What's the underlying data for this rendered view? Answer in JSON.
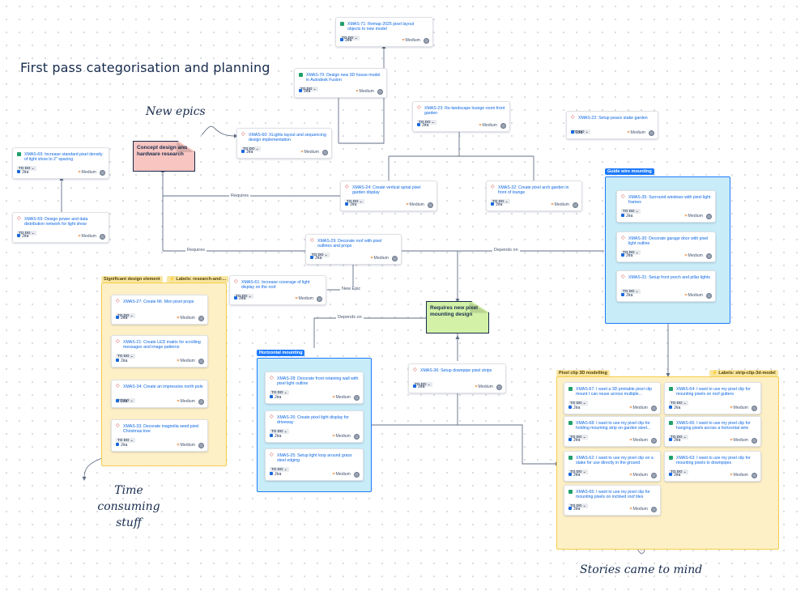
{
  "board": {
    "title": "First pass categorisation and planning",
    "annotations": {
      "new_epics": "New epics",
      "time_consuming_1": "Time consuming",
      "time_consuming_2": "stuff",
      "stories": "Stories came to mind"
    }
  },
  "sections": {
    "significant": {
      "label": "Significant design element",
      "tag": "⚡ Labels: research-and-..."
    },
    "guide_wire": {
      "label": "Guide wire mounting"
    },
    "horizontal": {
      "label": "Horizontal mounting"
    },
    "pixel_clip": {
      "label": "Pixel clip 3D modelling",
      "tag": "⚡ Labels: strip-clip-3d-model"
    }
  },
  "notes": {
    "concept": "Concept design and hardware research",
    "requires_new": "Requires new pixel mounting design"
  },
  "edge_labels": {
    "requires_1": "Requires",
    "requires_2": "Requires",
    "depends_on_1": "Depends on",
    "depends_on_2": "Depends on",
    "new_epic": "New Epic"
  },
  "card_defaults": {
    "status": "TO DO ⌄",
    "source": "Jira",
    "priority": "Medium"
  },
  "cards": {
    "x71": {
      "title": "XMAS-71: Remap 2025 pixel layout objects to new model",
      "type": "story"
    },
    "x70": {
      "title": "XMAS-70: Design new 3D house model in Autodesk Fusion",
      "type": "story"
    },
    "x60": {
      "title": "XMAS-60: XLights layout and sequencing design implementation",
      "type": "epic"
    },
    "x23": {
      "title": "XMAS-23: Re-landscape lounge room front garden",
      "type": "epic"
    },
    "x22": {
      "title": "XMAS-22: Setup peace stake garden",
      "type": "epic"
    },
    "x69": {
      "title": "XMAS-69: Increase standard pixel density of light show to 2\" spacing",
      "type": "story"
    },
    "x59": {
      "title": "XMAS-59: Design power and data distribution network for light show",
      "type": "epic"
    },
    "x24": {
      "title": "XMAS-24: Create vertical spiral pixel garden display",
      "type": "epic"
    },
    "x32": {
      "title": "XMAS-32: Create pixel arch garden in front of lounge",
      "type": "epic"
    },
    "x29": {
      "title": "XMAS-29: Decorate roof with pixel outlines and props",
      "type": "epic"
    },
    "x61": {
      "title": "XMAS-61: Increase coverage of light display on the roof",
      "type": "epic"
    },
    "x27": {
      "title": "XMAS-27: Create Mr. Men pixel props",
      "type": "epic"
    },
    "x21": {
      "title": "XMAS-21: Create LED matrix for scrolling messages and image patterns",
      "type": "epic"
    },
    "x34": {
      "title": "XMAS-34: Create an impressive north pole",
      "type": "epic"
    },
    "x33": {
      "title": "XMAS-33: Decorate magnolia seed pixel Christmas tree",
      "type": "epic"
    },
    "x35": {
      "title": "XMAS-35: Surround windows with pixel light frames",
      "type": "epic"
    },
    "x30": {
      "title": "XMAS-30: Decorate garage door with pixel light outline",
      "type": "epic"
    },
    "x31": {
      "title": "XMAS-31: Setup front porch and pillar lights",
      "type": "epic"
    },
    "x28": {
      "title": "XMAS-28: Decorate front retaining wall with pixel light outline",
      "type": "epic"
    },
    "x26": {
      "title": "XMAS-26: Create pixel light display for driveway",
      "type": "epic"
    },
    "x25": {
      "title": "XMAS-25: Setup light loop around grass steel edging",
      "type": "epic"
    },
    "x36": {
      "title": "XMAS-36: Setup downpipe pixel strips",
      "type": "epic"
    },
    "x67": {
      "title": "XMAS-67: I want a 3D printable pixel clip mount I can reuse across multiple...",
      "type": "story"
    },
    "x64": {
      "title": "XMAS-64: I want to use my pixel clip for mounting pixels on roof gutters",
      "type": "story"
    },
    "x68": {
      "title": "XMAS-68: I want to use my pixel clip for holding mounting strip on garden steel...",
      "type": "story"
    },
    "x66": {
      "title": "XMAS-66: I want to use my pixel clip for hanging pixels across a horizontal wire",
      "type": "story"
    },
    "x62": {
      "title": "XMAS-62: I want to use my pixel clip on a stake for use directly in the ground",
      "type": "story"
    },
    "x63": {
      "title": "XMAS-63: I want to use my pixel clip for mounting pixels to downpipes",
      "type": "story"
    },
    "x65": {
      "title": "XMAS-65: I want to use my pixel clip for mounting pixels on inclined roof tiles",
      "type": "story"
    }
  }
}
